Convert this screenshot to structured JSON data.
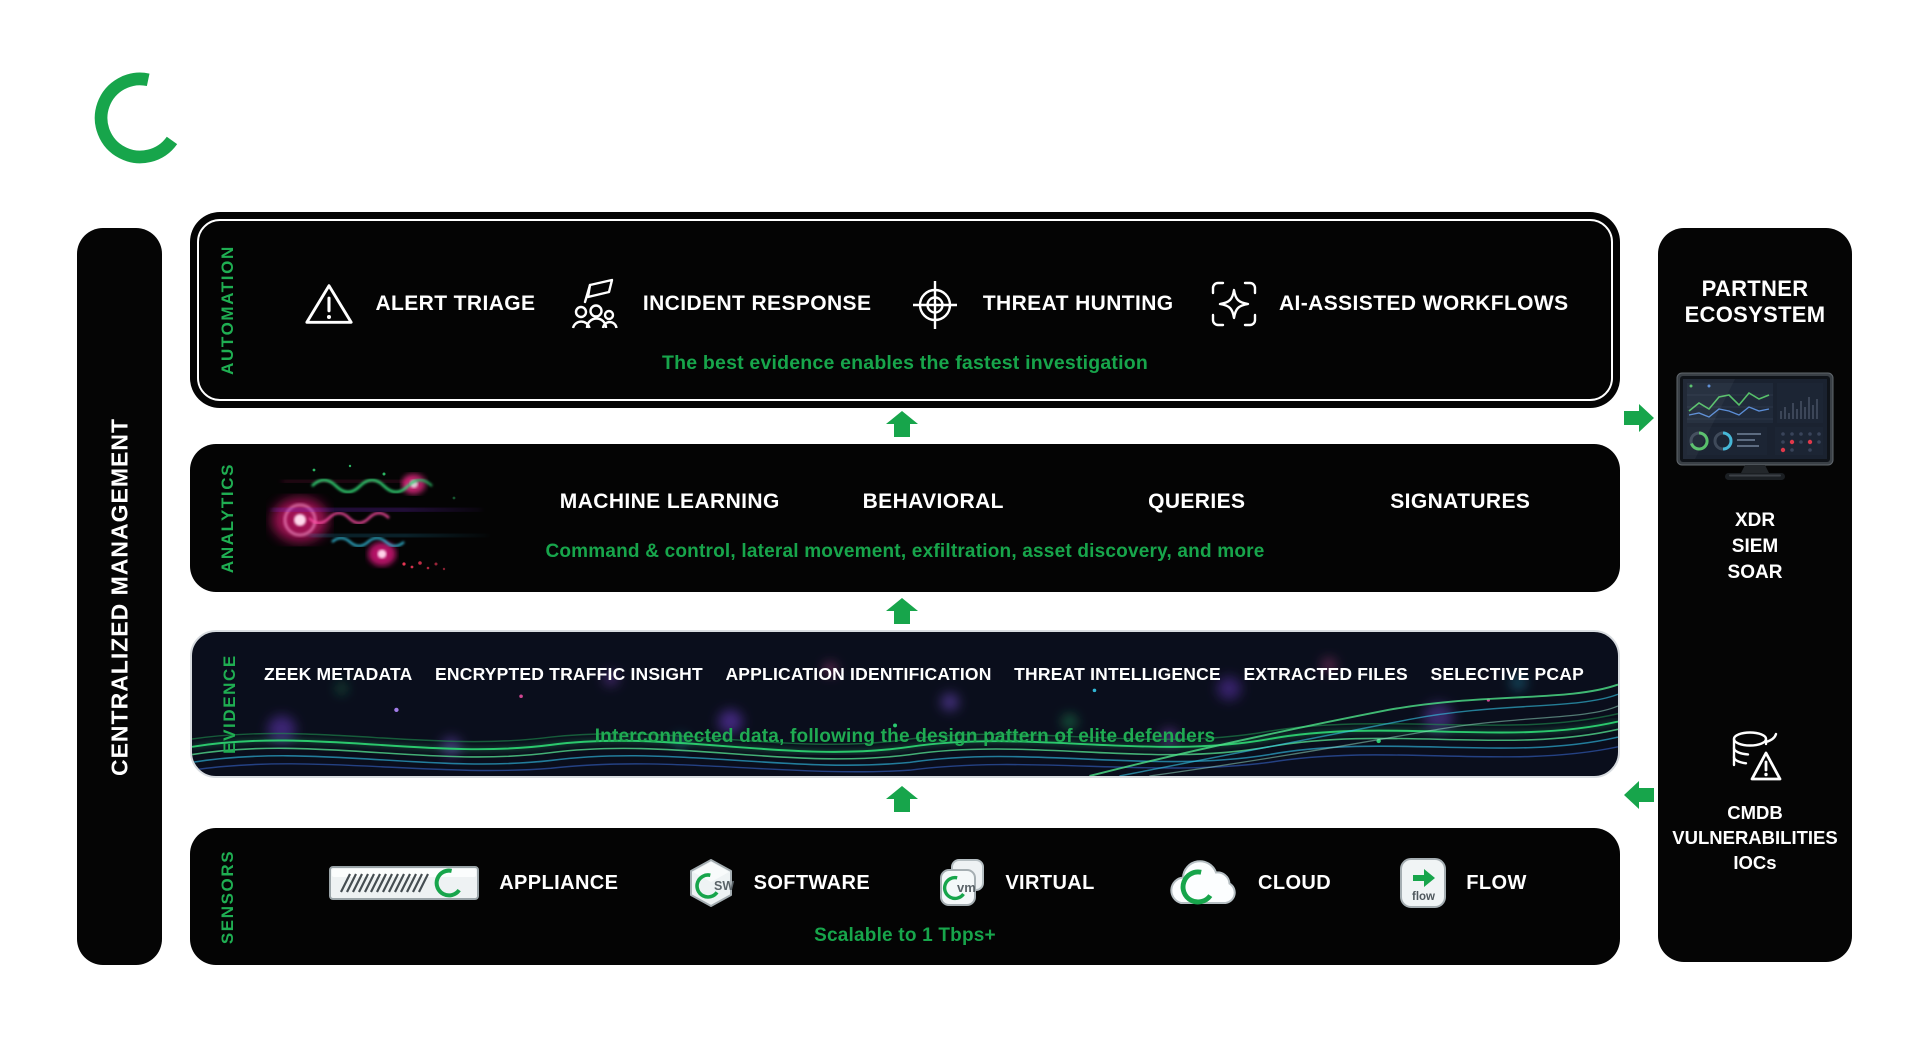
{
  "colors": {
    "green": "#17a54b",
    "bright_green_label": "#1fae52",
    "bar_black": "#040404",
    "evidence_bg": "#0a0e1c",
    "white": "#ffffff"
  },
  "logo": {
    "icon": "corelight-arc-logo"
  },
  "left_rail": {
    "label": "CENTRALIZED MANAGEMENT"
  },
  "layers": {
    "automation": {
      "label": "AUTOMATION",
      "items": [
        {
          "icon": "alert-triangle-icon",
          "label": "ALERT TRIAGE"
        },
        {
          "icon": "incident-response-flag-icon",
          "label": "INCIDENT RESPONSE"
        },
        {
          "icon": "crosshair-target-icon",
          "label": "THREAT HUNTING"
        },
        {
          "icon": "ai-sparkle-icon",
          "label": "AI-ASSISTED WORKFLOWS"
        }
      ],
      "subtitle": "The best evidence enables the fastest investigation"
    },
    "analytics": {
      "label": "ANALYTICS",
      "graphic": "neon-signal-art",
      "items": [
        "MACHINE LEARNING",
        "BEHAVIORAL",
        "QUERIES",
        "SIGNATURES"
      ],
      "subtitle": "Command & control, lateral movement, exfiltration, asset discovery, and more"
    },
    "evidence": {
      "label": "EVIDENCE",
      "items": [
        "ZEEK METADATA",
        "ENCRYPTED TRAFFIC INSIGHT",
        "APPLICATION IDENTIFICATION",
        "THREAT INTELLIGENCE",
        "EXTRACTED FILES",
        "SELECTIVE PCAP"
      ],
      "subtitle": "Interconnected data, following the design pattern of elite defenders"
    },
    "sensors": {
      "label": "SENSORS",
      "items": [
        {
          "icon": "appliance-icon",
          "label": "APPLIANCE"
        },
        {
          "icon": "software-icon",
          "label": "SOFTWARE"
        },
        {
          "icon": "virtual-machine-icon",
          "label": "VIRTUAL"
        },
        {
          "icon": "cloud-icon",
          "label": "CLOUD"
        },
        {
          "icon": "flow-icon",
          "label": "FLOW"
        }
      ],
      "subtitle": "Scalable to 1 Tbps+"
    }
  },
  "partner_panel": {
    "title_line1": "PARTNER",
    "title_line2": "ECOSYSTEM",
    "monitor_icon": "dashboard-monitor-icon",
    "integrations_top": [
      "XDR",
      "SIEM",
      "SOAR"
    ],
    "database_icon": "threat-database-icon",
    "integrations_bottom": [
      "CMDB",
      "VULNERABILITIES",
      "IOCs"
    ]
  },
  "arrows": {
    "up_count": 3,
    "right_into_panel": 1,
    "left_from_panel": 1,
    "color": "#17a54b"
  }
}
